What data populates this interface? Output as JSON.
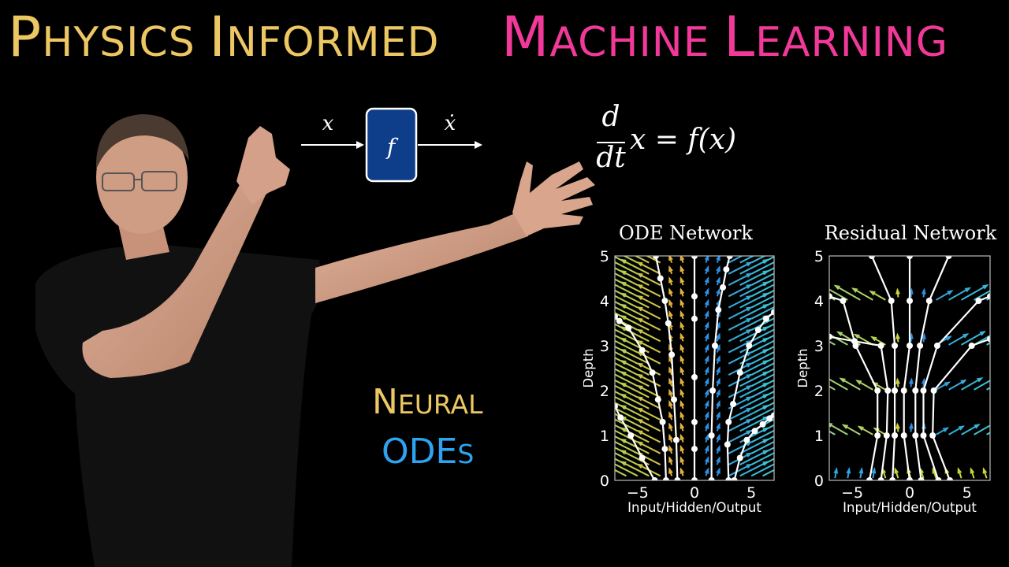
{
  "title": {
    "part1_initials": [
      "P",
      "I"
    ],
    "part1": "Physics Informed",
    "part1_words": [
      {
        "cap": "P",
        "rest": "HYSICS"
      },
      {
        "cap": "I",
        "rest": "NFORMED"
      }
    ],
    "part2": "Machine Learning",
    "part2_words": [
      {
        "cap": "M",
        "rest": "ACHINE"
      },
      {
        "cap": "L",
        "rest": "EARNING"
      }
    ],
    "color1": "#ecc763",
    "color2": "#f2399a"
  },
  "block_diagram": {
    "input_label": "x",
    "function_label": "f",
    "output_label": "ẋ",
    "box_color": "#0e3e8a"
  },
  "equation": {
    "numerator": "d",
    "denominator": "dt",
    "rhs": "x = f(x)"
  },
  "subtitle": {
    "line1_cap": "N",
    "line1_rest": "EURAL",
    "line2_main": "ODE",
    "line2_suffix": "S",
    "color1": "#ecc763",
    "color2": "#2ea3ef"
  },
  "chart_data": [
    {
      "type": "line",
      "title": "ODE Network",
      "xlabel": "Input/Hidden/Output",
      "ylabel": "Depth",
      "xlim": [
        -7,
        7
      ],
      "ylim": [
        0,
        5
      ],
      "xticks": [
        -5,
        0,
        5
      ],
      "xtick_labels": [
        "−5",
        "0",
        "5"
      ],
      "yticks": [
        0,
        1,
        2,
        3,
        4,
        5
      ],
      "grid": false,
      "background": "vector field (quiver) colored yellow-green on left, cyan on right",
      "trajectories": [
        {
          "x": [
            -3.5,
            -4.6,
            -5.6,
            -6.5,
            -7.0
          ],
          "y": [
            0,
            0.5,
            1.0,
            1.4,
            1.65
          ]
        },
        {
          "x": [
            -2.5,
            -2.6,
            -2.8,
            -3.2,
            -3.7,
            -4.6,
            -5.8,
            -6.6,
            -7.0
          ],
          "y": [
            0,
            0.7,
            1.3,
            1.8,
            2.4,
            2.9,
            3.4,
            3.55,
            3.65
          ]
        },
        {
          "x": [
            -1.5,
            -1.6,
            -1.8,
            -2.0,
            -2.3,
            -2.6,
            -3.0,
            -3.4
          ],
          "y": [
            0,
            0.9,
            1.8,
            2.8,
            3.5,
            4.0,
            4.5,
            5.0
          ]
        },
        {
          "x": [
            0,
            0,
            0,
            0,
            0,
            0,
            0
          ],
          "y": [
            0,
            0.7,
            1.3,
            2.3,
            3.6,
            4.1,
            5.0
          ]
        },
        {
          "x": [
            1.5,
            1.5,
            1.6,
            1.8,
            2.1,
            2.5,
            2.8,
            3.1
          ],
          "y": [
            0,
            1.0,
            2.0,
            3.0,
            3.8,
            4.3,
            4.7,
            5.0
          ]
        },
        {
          "x": [
            3.0,
            2.9,
            3.0,
            3.4,
            4.0,
            4.8,
            5.6,
            6.3,
            7.0
          ],
          "y": [
            0,
            0.8,
            1.3,
            1.7,
            2.4,
            3.0,
            3.35,
            3.6,
            3.75
          ]
        },
        {
          "x": [
            3.5,
            4.0,
            4.6,
            5.3,
            6.0,
            6.6,
            7.0
          ],
          "y": [
            0,
            0.5,
            0.9,
            1.1,
            1.25,
            1.38,
            1.45
          ]
        }
      ]
    },
    {
      "type": "line",
      "title": "Residual Network",
      "xlabel": "Input/Hidden/Output",
      "ylabel": "Depth",
      "xlim": [
        -7,
        7
      ],
      "ylim": [
        0,
        5
      ],
      "xticks": [
        -5,
        0,
        5
      ],
      "xtick_labels": [
        "−5",
        "0",
        "5"
      ],
      "yticks": [
        0,
        1,
        2,
        3,
        4,
        5
      ],
      "grid": false,
      "background": "discrete vector arrows at integer depths",
      "trajectories": [
        {
          "x": [
            -3.5,
            -2.8,
            -2.8,
            -4.7,
            -5.8,
            -7.0
          ],
          "y": [
            0,
            1,
            2,
            3,
            4,
            4.1
          ]
        },
        {
          "x": [
            -2.5,
            -2.0,
            -1.9,
            -2.5,
            -4.8,
            -7.0
          ],
          "y": [
            0,
            1,
            2,
            3,
            3.1,
            3.2
          ]
        },
        {
          "x": [
            -1.5,
            -1.3,
            -1.3,
            -1.3,
            -1.6,
            -3.3
          ],
          "y": [
            0,
            1,
            2,
            3,
            4,
            5
          ]
        },
        {
          "x": [
            0,
            -0.5,
            -0.5,
            0,
            0,
            0
          ],
          "y": [
            0,
            1,
            2,
            3,
            4,
            5
          ]
        },
        {
          "x": [
            1.0,
            0.5,
            0.5,
            0.9,
            1.7,
            3.4
          ],
          "y": [
            0,
            1,
            2,
            3,
            4,
            5
          ]
        },
        {
          "x": [
            2.5,
            1.2,
            1.2,
            2.4,
            6.0,
            7.0
          ],
          "y": [
            0,
            1,
            2,
            3,
            4,
            4.1
          ]
        },
        {
          "x": [
            3.5,
            2.0,
            2.1,
            5.4,
            7.0
          ],
          "y": [
            0,
            1,
            2,
            3,
            3.15
          ]
        }
      ]
    }
  ]
}
